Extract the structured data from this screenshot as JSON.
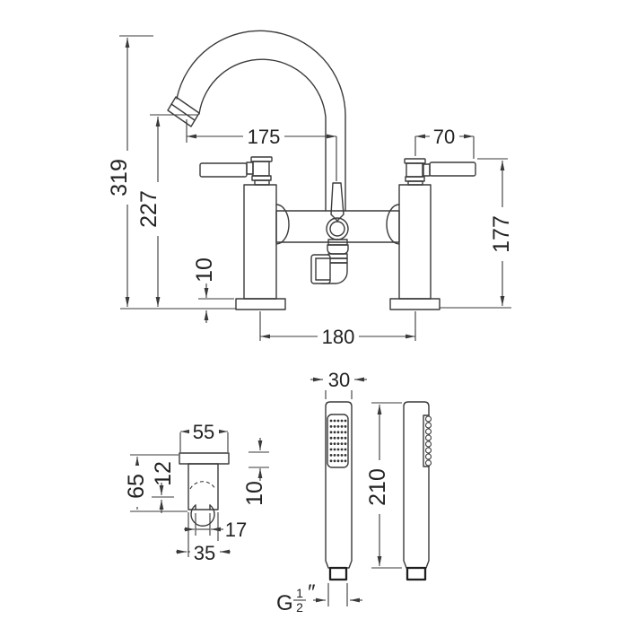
{
  "drawing": {
    "mixer": {
      "total_height": "319",
      "spout_height": "227",
      "spout_reach": "175",
      "lever_reach": "70",
      "body_height": "177",
      "base_thickness": "10",
      "tap_centres": "180"
    },
    "bracket": {
      "plate_width": "55",
      "hole_offset": "12",
      "total_height": "65",
      "plate_thickness": "10",
      "slot_width": "17",
      "body_width": "35"
    },
    "handset": {
      "width": "30",
      "length": "210",
      "thread": {
        "prefix": "G",
        "numerator": "1",
        "denominator": "2",
        "suffix": "″"
      }
    }
  }
}
